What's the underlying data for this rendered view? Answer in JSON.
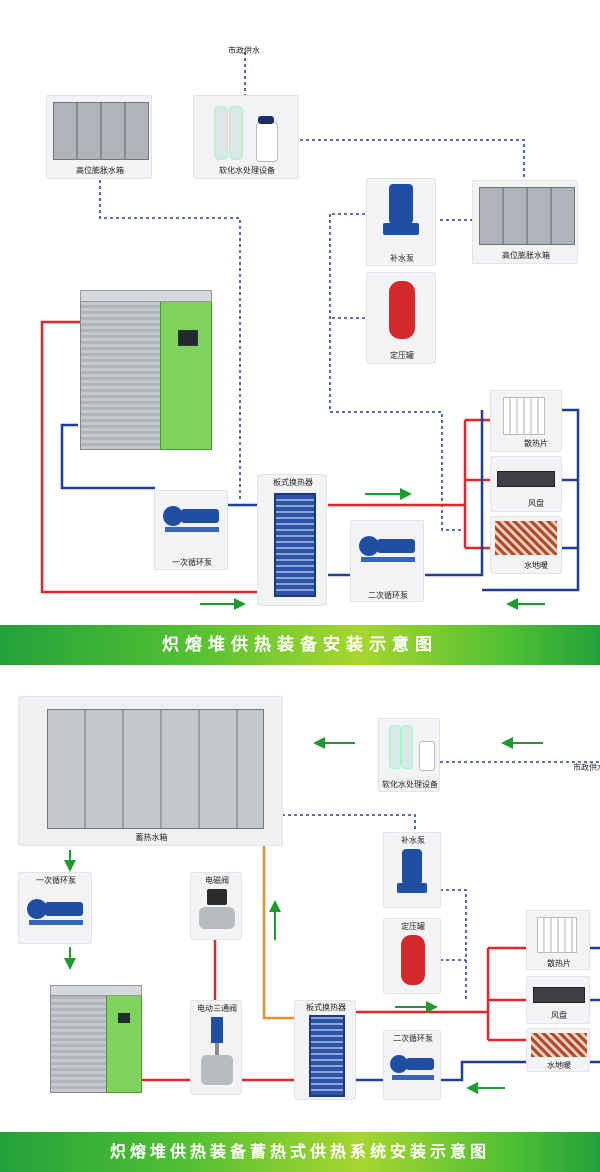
{
  "colors": {
    "hot": "#e0262b",
    "return": "#1f3d9a",
    "supply": "#e8902c",
    "dashed": "#2c3f9e",
    "arrow": "#1f9a2e",
    "banner": "#3bb236"
  },
  "top": {
    "municipal_water": "市政供水",
    "expansion_tank_left": "高位膨胀水箱",
    "softener": "软化水处理设备",
    "makeup_pump": "补水泵",
    "expansion_tank_right": "高位膨胀水箱",
    "pressure_tank": "定压罐",
    "plate_exchanger": "板式换热器",
    "radiator": "散热片",
    "fan_coil": "风盘",
    "floor_heating": "水地暖",
    "primary_pump": "一次循环泵",
    "secondary_pump": "二次循环泵",
    "title": "炽熔堆供热装备安装示意图"
  },
  "bottom": {
    "storage_tank": "蓄热水箱",
    "softener": "软化水处理设备",
    "municipal_water": "市政供水",
    "primary_pump": "一次循环泵",
    "solenoid_valve": "电磁阀",
    "makeup_pump": "补水泵",
    "pressure_tank": "定压罐",
    "radiator": "散热片",
    "electric_valve": "电动三通阀",
    "plate_exchanger": "板式换热器",
    "fan_coil": "风盘",
    "floor_heating": "水地暖",
    "secondary_pump": "二次循环泵",
    "title": "炽熔堆供热装备蓄热式供热系统安装示意图"
  }
}
